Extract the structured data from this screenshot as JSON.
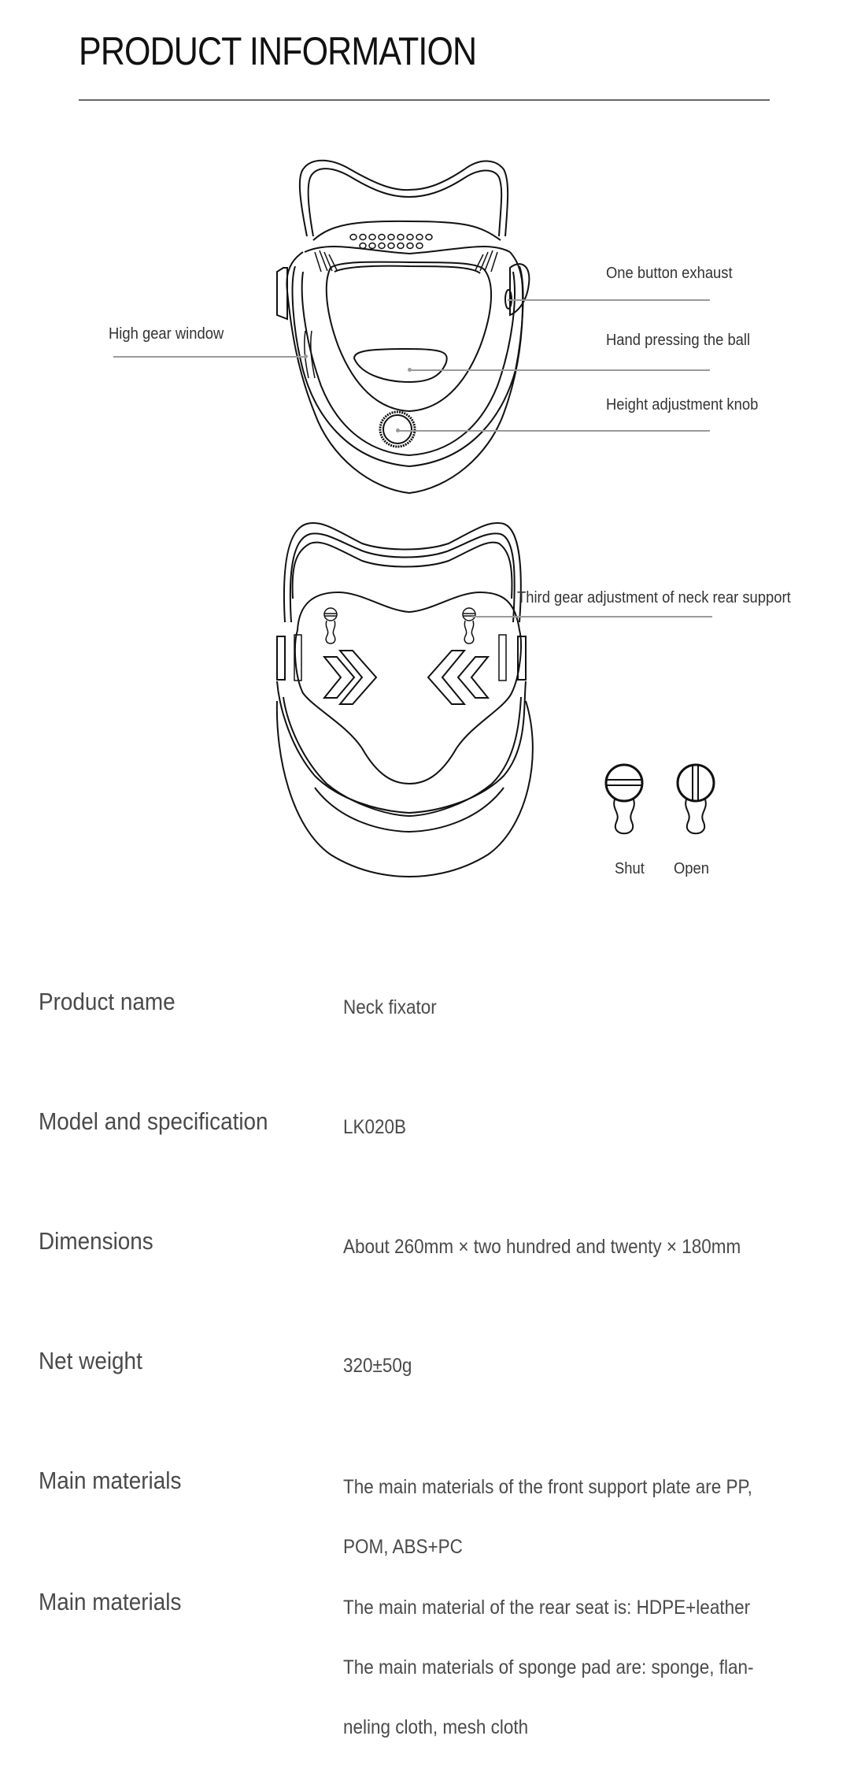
{
  "header": {
    "title": "PRODUCT INFORMATION"
  },
  "diagram_front": {
    "callouts": [
      {
        "id": "high-gear-window",
        "label": "High gear window"
      },
      {
        "id": "one-button-exhaust",
        "label": "One button exhaust"
      },
      {
        "id": "hand-pressing-ball",
        "label": "Hand pressing the ball"
      },
      {
        "id": "height-adjustment-knob",
        "label": "Height adjustment knob"
      }
    ]
  },
  "diagram_rear": {
    "callouts": [
      {
        "id": "third-gear-adjustment",
        "label": "Third gear adjustment of neck rear support"
      }
    ],
    "states": [
      {
        "id": "shut",
        "label": "Shut",
        "icon": "slot-horizontal-icon"
      },
      {
        "id": "open",
        "label": "Open",
        "icon": "slot-vertical-icon"
      }
    ]
  },
  "specs": [
    {
      "label": "Product name",
      "value": [
        "Neck fixator"
      ]
    },
    {
      "label": "Model and specification",
      "value": [
        "LK020B"
      ]
    },
    {
      "label": "Dimensions",
      "value": [
        "About 260mm × two hundred and twenty × 180mm"
      ]
    },
    {
      "label": "Net weight",
      "value": [
        "320±50g"
      ]
    },
    {
      "label": "Main materials",
      "value": [
        "The main materials of the front support plate are PP,",
        "POM, ABS+PC"
      ]
    },
    {
      "label": "Main materials",
      "value": [
        "The main material of the rear seat is: HDPE+leather",
        "The main materials of sponge pad are: sponge, flan-",
        "neling cloth, mesh cloth"
      ]
    }
  ],
  "colors": {
    "title": "#111111",
    "divider": "#666666",
    "text": "#4a4a4a",
    "callout_line": "#9a9a9a"
  }
}
